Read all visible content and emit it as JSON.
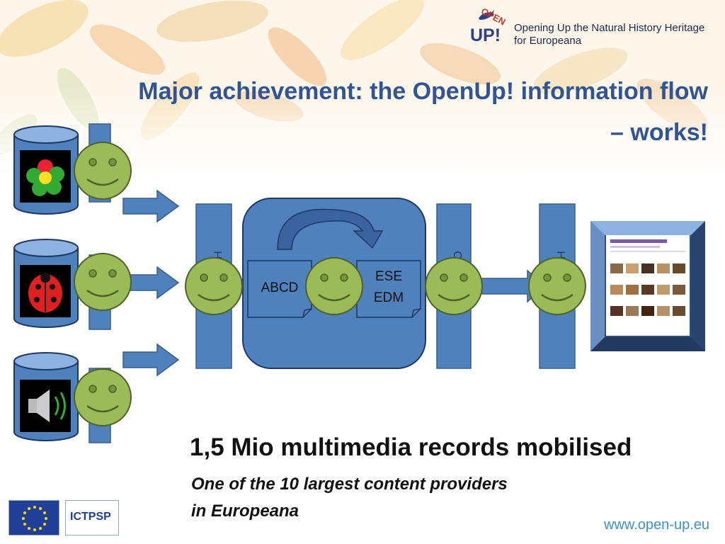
{
  "header": {
    "logo_open": "OPEN",
    "logo_up": "UP!",
    "logo_tagline": "Opening Up the Natural History Heritage for Europeana"
  },
  "title": {
    "line1": "Major achievement: the OpenUp! information flow",
    "line2": "– works!"
  },
  "diagram": {
    "doc_left": "ABCD",
    "doc_right_line1": "ESE",
    "doc_right_line2": "EDM",
    "column_glyph_1": "H",
    "column_glyph_2": "C",
    "column_glyph_3": "H"
  },
  "body": {
    "headline": "1,5 Mio multimedia records mobilised",
    "sub_line1": "One of the 10 largest content providers",
    "sub_line2": "in Europeana"
  },
  "footer": {
    "url": "www.open-up.eu",
    "ict_logo_text": "ICTPSP"
  },
  "colors": {
    "title": "#2f5597",
    "blue_box": "#4f81bd",
    "blue_dark": "#385d8a",
    "smiley": "#9bbb59",
    "url": "#3a8fd6"
  },
  "icons": [
    "flower-icon",
    "ladybug-icon",
    "speaker-icon",
    "smiley-face-icon",
    "arrow-right-icon",
    "curved-arrow-icon",
    "screenshot-thumbnail",
    "eu-flag-icon",
    "ict-psp-logo"
  ]
}
